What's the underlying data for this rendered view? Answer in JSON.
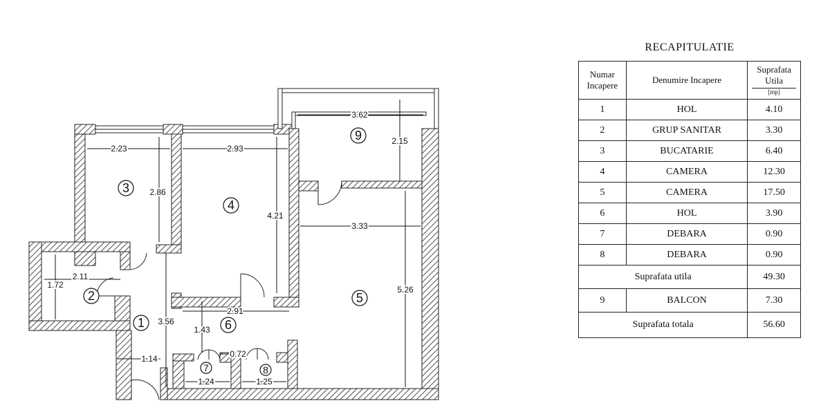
{
  "plan": {
    "dimensions": {
      "room3_width": "2.23",
      "room3_height": "2.86",
      "room4_width": "2.93",
      "room4_height": "4.21",
      "room9_width": "3.62",
      "room9_height": "2.15",
      "room5_width": "3.33",
      "room5_height": "5.26",
      "room2_width": "2.11",
      "room2_height": "1.72",
      "hall6_width": "2.91",
      "hall1_height": "3.56",
      "hall6_depth": "1.43",
      "entry_width": "1.14",
      "closet_gap": "0.72",
      "closet7_width": "1.24",
      "closet8_width": "1.25"
    },
    "room_numbers": [
      "1",
      "2",
      "3",
      "4",
      "5",
      "6",
      "7",
      "8",
      "9"
    ]
  },
  "summary": {
    "title": "RECAPITULATIE",
    "headers": {
      "number": "Numar Incapere",
      "name": "Denumire Incapere",
      "area": "Suprafata Utila",
      "unit": "[mp]"
    },
    "rows": [
      {
        "nr": "1",
        "name": "HOL",
        "area": "4.10"
      },
      {
        "nr": "2",
        "name": "GRUP SANITAR",
        "area": "3.30"
      },
      {
        "nr": "3",
        "name": "BUCATARIE",
        "area": "6.40"
      },
      {
        "nr": "4",
        "name": "CAMERA",
        "area": "12.30"
      },
      {
        "nr": "5",
        "name": "CAMERA",
        "area": "17.50"
      },
      {
        "nr": "6",
        "name": "HOL",
        "area": "3.90"
      },
      {
        "nr": "7",
        "name": "DEBARA",
        "area": "0.90"
      },
      {
        "nr": "8",
        "name": "DEBARA",
        "area": "0.90"
      }
    ],
    "useful_label": "Suprafata utila",
    "useful_total": "49.30",
    "balcony": {
      "nr": "9",
      "name": "BALCON",
      "area": "7.30"
    },
    "total_label": "Suprafata totala",
    "total_value": "56.60"
  }
}
